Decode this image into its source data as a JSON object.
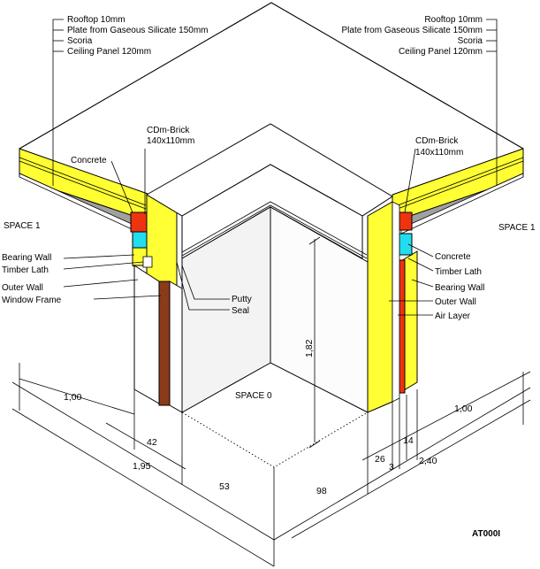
{
  "left_layers": [
    "Rooftop 10mm",
    "Plate from Gaseous Silicate 150mm",
    "Scoria",
    "Ceiling Panel 120mm"
  ],
  "right_layers": [
    "Rooftop 10mm",
    "Plate from Gaseous Silicate 150mm",
    "Scoria",
    "Ceiling Panel 120mm"
  ],
  "left_labels": {
    "brick": [
      "CDm-Brick",
      "140x110mm"
    ],
    "concrete": "Concrete",
    "space": "SPACE 1",
    "bearing_wall": "Bearing Wall",
    "timber_lath": "Timber Lath",
    "outer_wall": "Outer Wall",
    "window_frame": "Window Frame",
    "putty": "Putty",
    "seal": "Seal"
  },
  "right_labels": {
    "brick": [
      "CDm-Brick",
      "140x110mm"
    ],
    "space": "SPACE 1",
    "concrete": "Concrete",
    "timber_lath": "Timber Lath",
    "bearing_wall": "Bearing Wall",
    "outer_wall": "Outer Wall",
    "air_layer": "Air Layer"
  },
  "center_label": "SPACE 0",
  "dimensions": {
    "height": "1,82",
    "left_top": "1,00",
    "left_42": "42",
    "left_195": "1,95",
    "bottom_53": "53",
    "right_top": "1,00",
    "right_14": "14",
    "right_26": "26",
    "right_3": "3",
    "right_240": "2,40",
    "bottom_98": "98"
  },
  "drawing_code": "AT000I",
  "colors": {
    "wall": "#ffff33",
    "gray": "#a0a0a0",
    "concrete": "#ee3311",
    "seal": "#22ddee",
    "wood": "#8b3a1a",
    "white": "#ffffff"
  }
}
